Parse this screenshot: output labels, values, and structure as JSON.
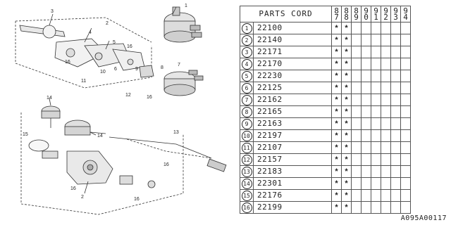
{
  "table": {
    "header": "PARTS CORD",
    "years": [
      {
        "top": "8",
        "bottom": "7"
      },
      {
        "top": "8",
        "bottom": "8"
      },
      {
        "top": "8",
        "bottom": "9"
      },
      {
        "top": "9",
        "bottom": "0"
      },
      {
        "top": "9",
        "bottom": "1"
      },
      {
        "top": "9",
        "bottom": "2"
      },
      {
        "top": "9",
        "bottom": "3"
      },
      {
        "top": "9",
        "bottom": "4"
      }
    ],
    "rows": [
      {
        "num": "1",
        "code": "22100",
        "marks": [
          "*",
          "*",
          "",
          "",
          "",
          "",
          "",
          ""
        ]
      },
      {
        "num": "2",
        "code": "22140",
        "marks": [
          "*",
          "*",
          "",
          "",
          "",
          "",
          "",
          ""
        ]
      },
      {
        "num": "3",
        "code": "22171",
        "marks": [
          "*",
          "*",
          "",
          "",
          "",
          "",
          "",
          ""
        ]
      },
      {
        "num": "4",
        "code": "22170",
        "marks": [
          "*",
          "*",
          "",
          "",
          "",
          "",
          "",
          ""
        ]
      },
      {
        "num": "5",
        "code": "22230",
        "marks": [
          "*",
          "*",
          "",
          "",
          "",
          "",
          "",
          ""
        ]
      },
      {
        "num": "6",
        "code": "22125",
        "marks": [
          "*",
          "*",
          "",
          "",
          "",
          "",
          "",
          ""
        ]
      },
      {
        "num": "7",
        "code": "22162",
        "marks": [
          "*",
          "*",
          "",
          "",
          "",
          "",
          "",
          ""
        ]
      },
      {
        "num": "8",
        "code": "22165",
        "marks": [
          "*",
          "*",
          "",
          "",
          "",
          "",
          "",
          ""
        ]
      },
      {
        "num": "9",
        "code": "22163",
        "marks": [
          "*",
          "*",
          "",
          "",
          "",
          "",
          "",
          ""
        ]
      },
      {
        "num": "10",
        "code": "22197",
        "marks": [
          "*",
          "*",
          "",
          "",
          "",
          "",
          "",
          ""
        ]
      },
      {
        "num": "11",
        "code": "22107",
        "marks": [
          "*",
          "*",
          "",
          "",
          "",
          "",
          "",
          ""
        ]
      },
      {
        "num": "12",
        "code": "22157",
        "marks": [
          "*",
          "*",
          "",
          "",
          "",
          "",
          "",
          ""
        ]
      },
      {
        "num": "13",
        "code": "22183",
        "marks": [
          "*",
          "*",
          "",
          "",
          "",
          "",
          "",
          ""
        ]
      },
      {
        "num": "14",
        "code": "22301",
        "marks": [
          "*",
          "*",
          "",
          "",
          "",
          "",
          "",
          ""
        ]
      },
      {
        "num": "15",
        "code": "22176",
        "marks": [
          "*",
          "*",
          "",
          "",
          "",
          "",
          "",
          ""
        ]
      },
      {
        "num": "16",
        "code": "22199",
        "marks": [
          "*",
          "*",
          "",
          "",
          "",
          "",
          "",
          ""
        ]
      }
    ]
  },
  "callouts": {
    "c1": "1",
    "c2a": "2",
    "c3": "3",
    "c4": "4",
    "c5": "5",
    "c6": "6",
    "c7": "7",
    "c8": "8",
    "c9": "9",
    "c10": "10",
    "c11": "11",
    "c12": "12",
    "c13": "13",
    "c14a": "14",
    "c14b": "14",
    "c15": "15",
    "c16a": "16",
    "c16b": "16",
    "c16c": "16",
    "c16d": "16",
    "c16e": "16",
    "c16f": "16",
    "c2b": "2"
  },
  "catalog_code": "A095A00117"
}
